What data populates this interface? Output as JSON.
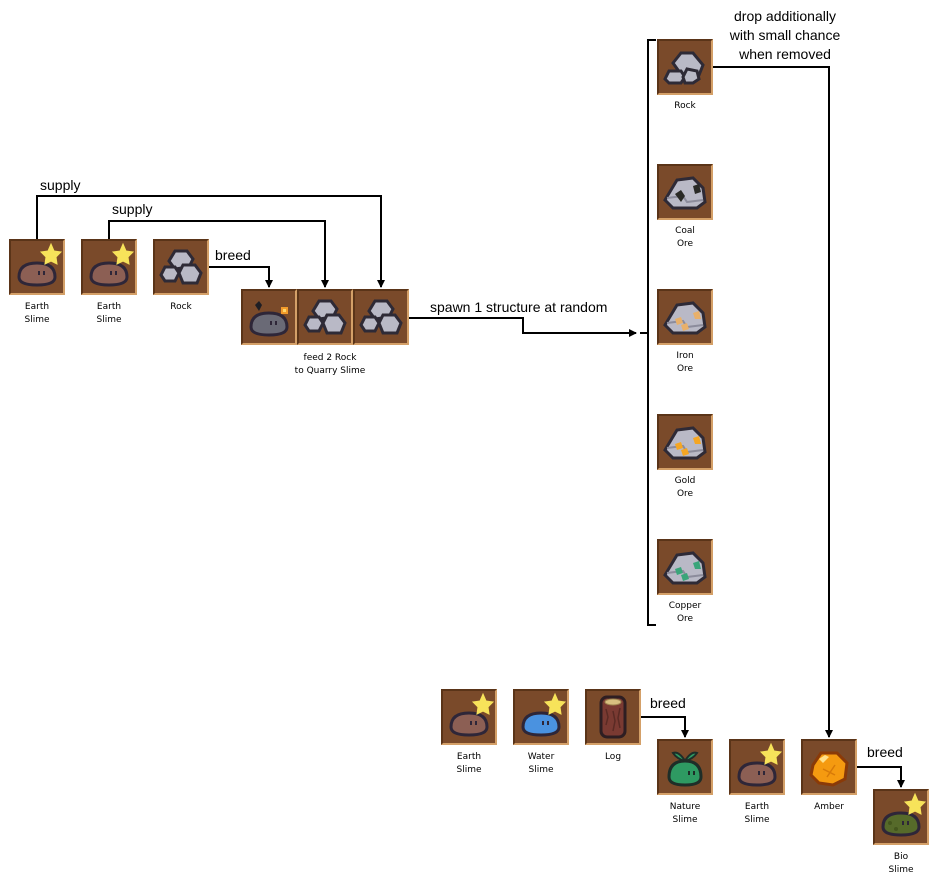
{
  "colors": {
    "tile_bg": "#7a4a2a",
    "tile_border_dark": "#5a3418",
    "tile_border_light": "#d4a068",
    "line": "#000000"
  },
  "labels": {
    "supply_outer": "supply",
    "supply_inner": "supply",
    "breed_quarry": "breed",
    "spawn": "spawn 1 structure at random",
    "drop": "drop additionally\nwith small chance\nwhen removed",
    "breed_nature": "breed",
    "breed_bio": "breed"
  },
  "items": {
    "earth_slime_1": {
      "caption": "Earth\nSlime",
      "icon": "earth-slime-icon",
      "star": true
    },
    "earth_slime_2": {
      "caption": "Earth\nSlime",
      "icon": "earth-slime-icon",
      "star": true
    },
    "rock_input": {
      "caption": "Rock",
      "icon": "rock-icon"
    },
    "quarry_group": {
      "caption": "feed 2 Rock\nto Quarry Slime"
    },
    "quarry_slime": {
      "icon": "quarry-slime-icon"
    },
    "quarry_rock_1": {
      "icon": "rock-icon"
    },
    "quarry_rock_2": {
      "icon": "rock-icon"
    },
    "struct_rock": {
      "caption": "Rock",
      "icon": "rock-icon"
    },
    "struct_coal": {
      "caption": "Coal\nOre",
      "icon": "coal-ore-icon"
    },
    "struct_iron": {
      "caption": "Iron\nOre",
      "icon": "iron-ore-icon"
    },
    "struct_gold": {
      "caption": "Gold\nOre",
      "icon": "gold-ore-icon"
    },
    "struct_copper": {
      "caption": "Copper\nOre",
      "icon": "copper-ore-icon"
    },
    "earth_slime_3": {
      "caption": "Earth\nSlime",
      "icon": "earth-slime-icon",
      "star": true
    },
    "water_slime": {
      "caption": "Water\nSlime",
      "icon": "water-slime-icon",
      "star": true
    },
    "log": {
      "caption": "Log",
      "icon": "log-icon"
    },
    "nature_slime": {
      "caption": "Nature\nSlime",
      "icon": "nature-slime-icon"
    },
    "earth_slime_4": {
      "caption": "Earth\nSlime",
      "icon": "earth-slime-icon",
      "star": true
    },
    "amber": {
      "caption": "Amber",
      "icon": "amber-icon"
    },
    "bio_slime": {
      "caption": "Bio\nSlime",
      "icon": "bio-slime-icon",
      "star": true
    }
  }
}
